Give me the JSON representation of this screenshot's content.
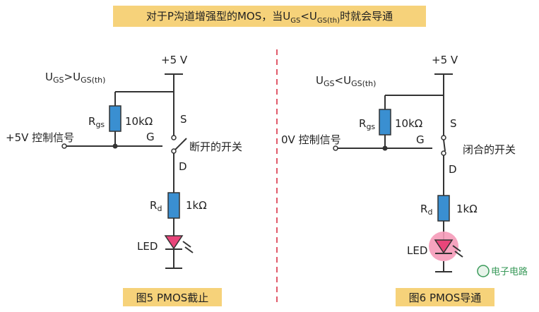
{
  "header": {
    "text_a": "对于P沟道增强型的MOS，当U",
    "sub1": "GS",
    "text_b": "<U",
    "sub2": "GS(th)",
    "text_c": "时就会导通"
  },
  "left": {
    "vcc": "+5 V",
    "cond_u": "U",
    "cond_sub1": "GS",
    "cond_mid": ">U",
    "cond_sub2": "GS(th)",
    "r_gs_main": "R",
    "r_gs_sub": "gs",
    "r_gs_value": "10kΩ",
    "s": "S",
    "g": "G",
    "d": "D",
    "signal": "+5V 控制信号",
    "switch": "断开的开关",
    "r_d_main": "R",
    "r_d_sub": "d",
    "r_d_value": "1kΩ",
    "led": "LED",
    "caption": "图5  PMOS截止"
  },
  "right": {
    "vcc": "+5 V",
    "cond_u": "U",
    "cond_sub1": "GS",
    "cond_mid": "<U",
    "cond_sub2": "GS(th)",
    "r_gs_main": "R",
    "r_gs_sub": "gs",
    "r_gs_value": "10kΩ",
    "s": "S",
    "g": "G",
    "d": "D",
    "signal": "0V 控制信号",
    "switch": "闭合的开关",
    "r_d_main": "R",
    "r_d_sub": "d",
    "r_d_value": "1kΩ",
    "led": "LED",
    "caption": "图6  PMOS导通"
  },
  "watermark": {
    "text": "电子电路"
  },
  "colors": {
    "banner": "#f6d27a",
    "resistor": "#3a8fd1",
    "led": "#e8457a",
    "glow": "#f59ab8",
    "divider": "#e05a6a",
    "wire": "#333333"
  }
}
